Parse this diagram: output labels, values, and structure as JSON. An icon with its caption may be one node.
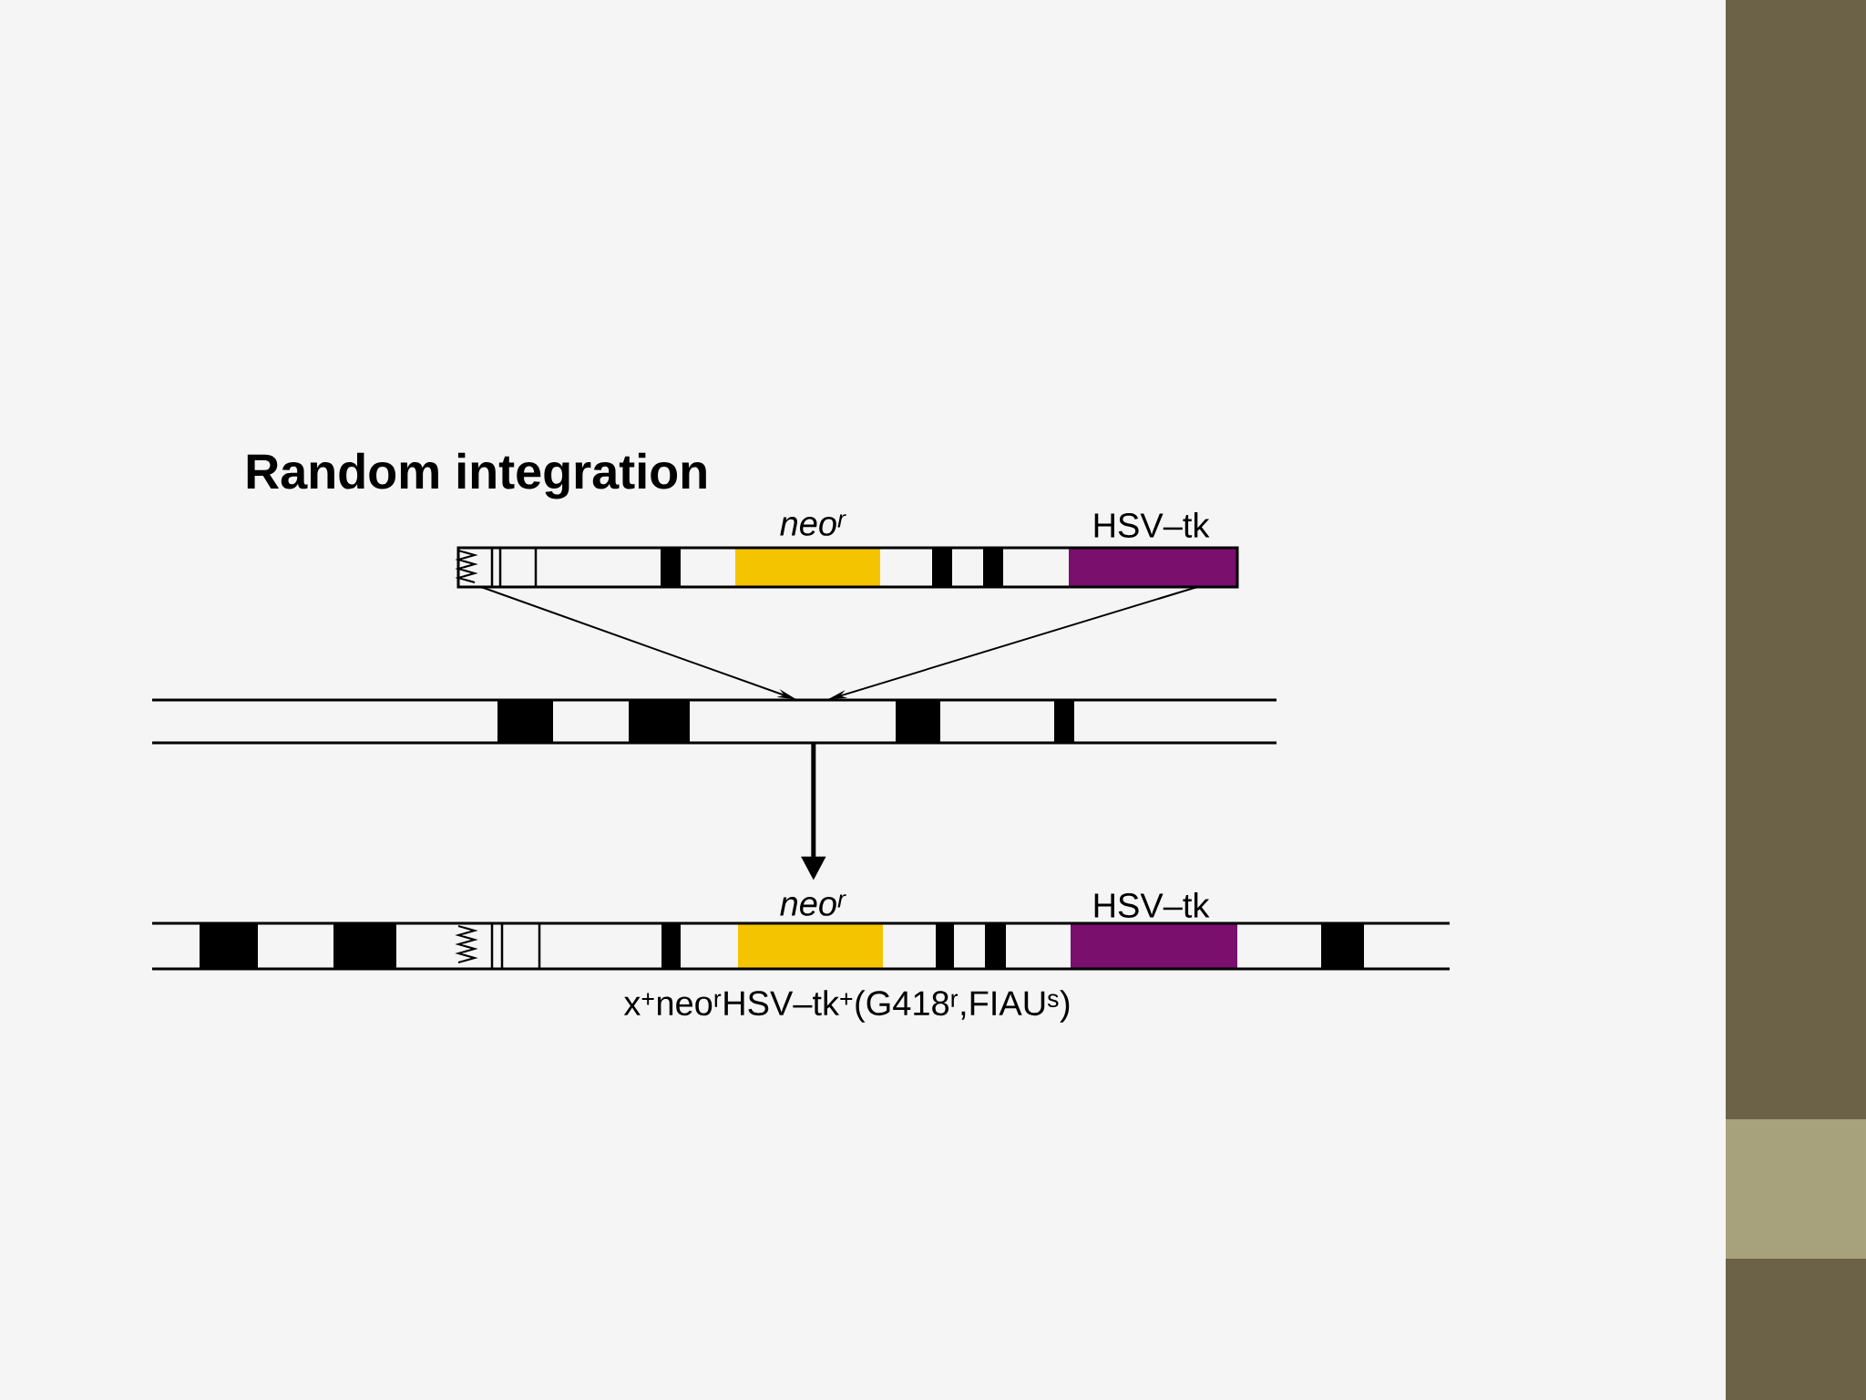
{
  "diagram": {
    "title": "Random integration",
    "nodes": [
      {
        "text": [
          "neo$^{r}$",
          "HSV–tk"
        ]
      },
      {
        "text": [],
        "shape": "bar"
      },
      {
        "text": [
          "neo$^{r}$",
          "HSV–tk"
        ],
        "beside": [
          "x$^{+}$neo$^{r}$HSV–tk$^{+}$(G418$^{r}$,FIAU$^{s}$)"
        ]
      }
    ],
    "edges": [
      {
        "from": 0,
        "to": 1,
        "arrow": "to"
      },
      {
        "from": 0,
        "to": 1,
        "arrow": "to"
      },
      {
        "from": 1,
        "to": 2,
        "arrow": "to"
      }
    ]
  }
}
